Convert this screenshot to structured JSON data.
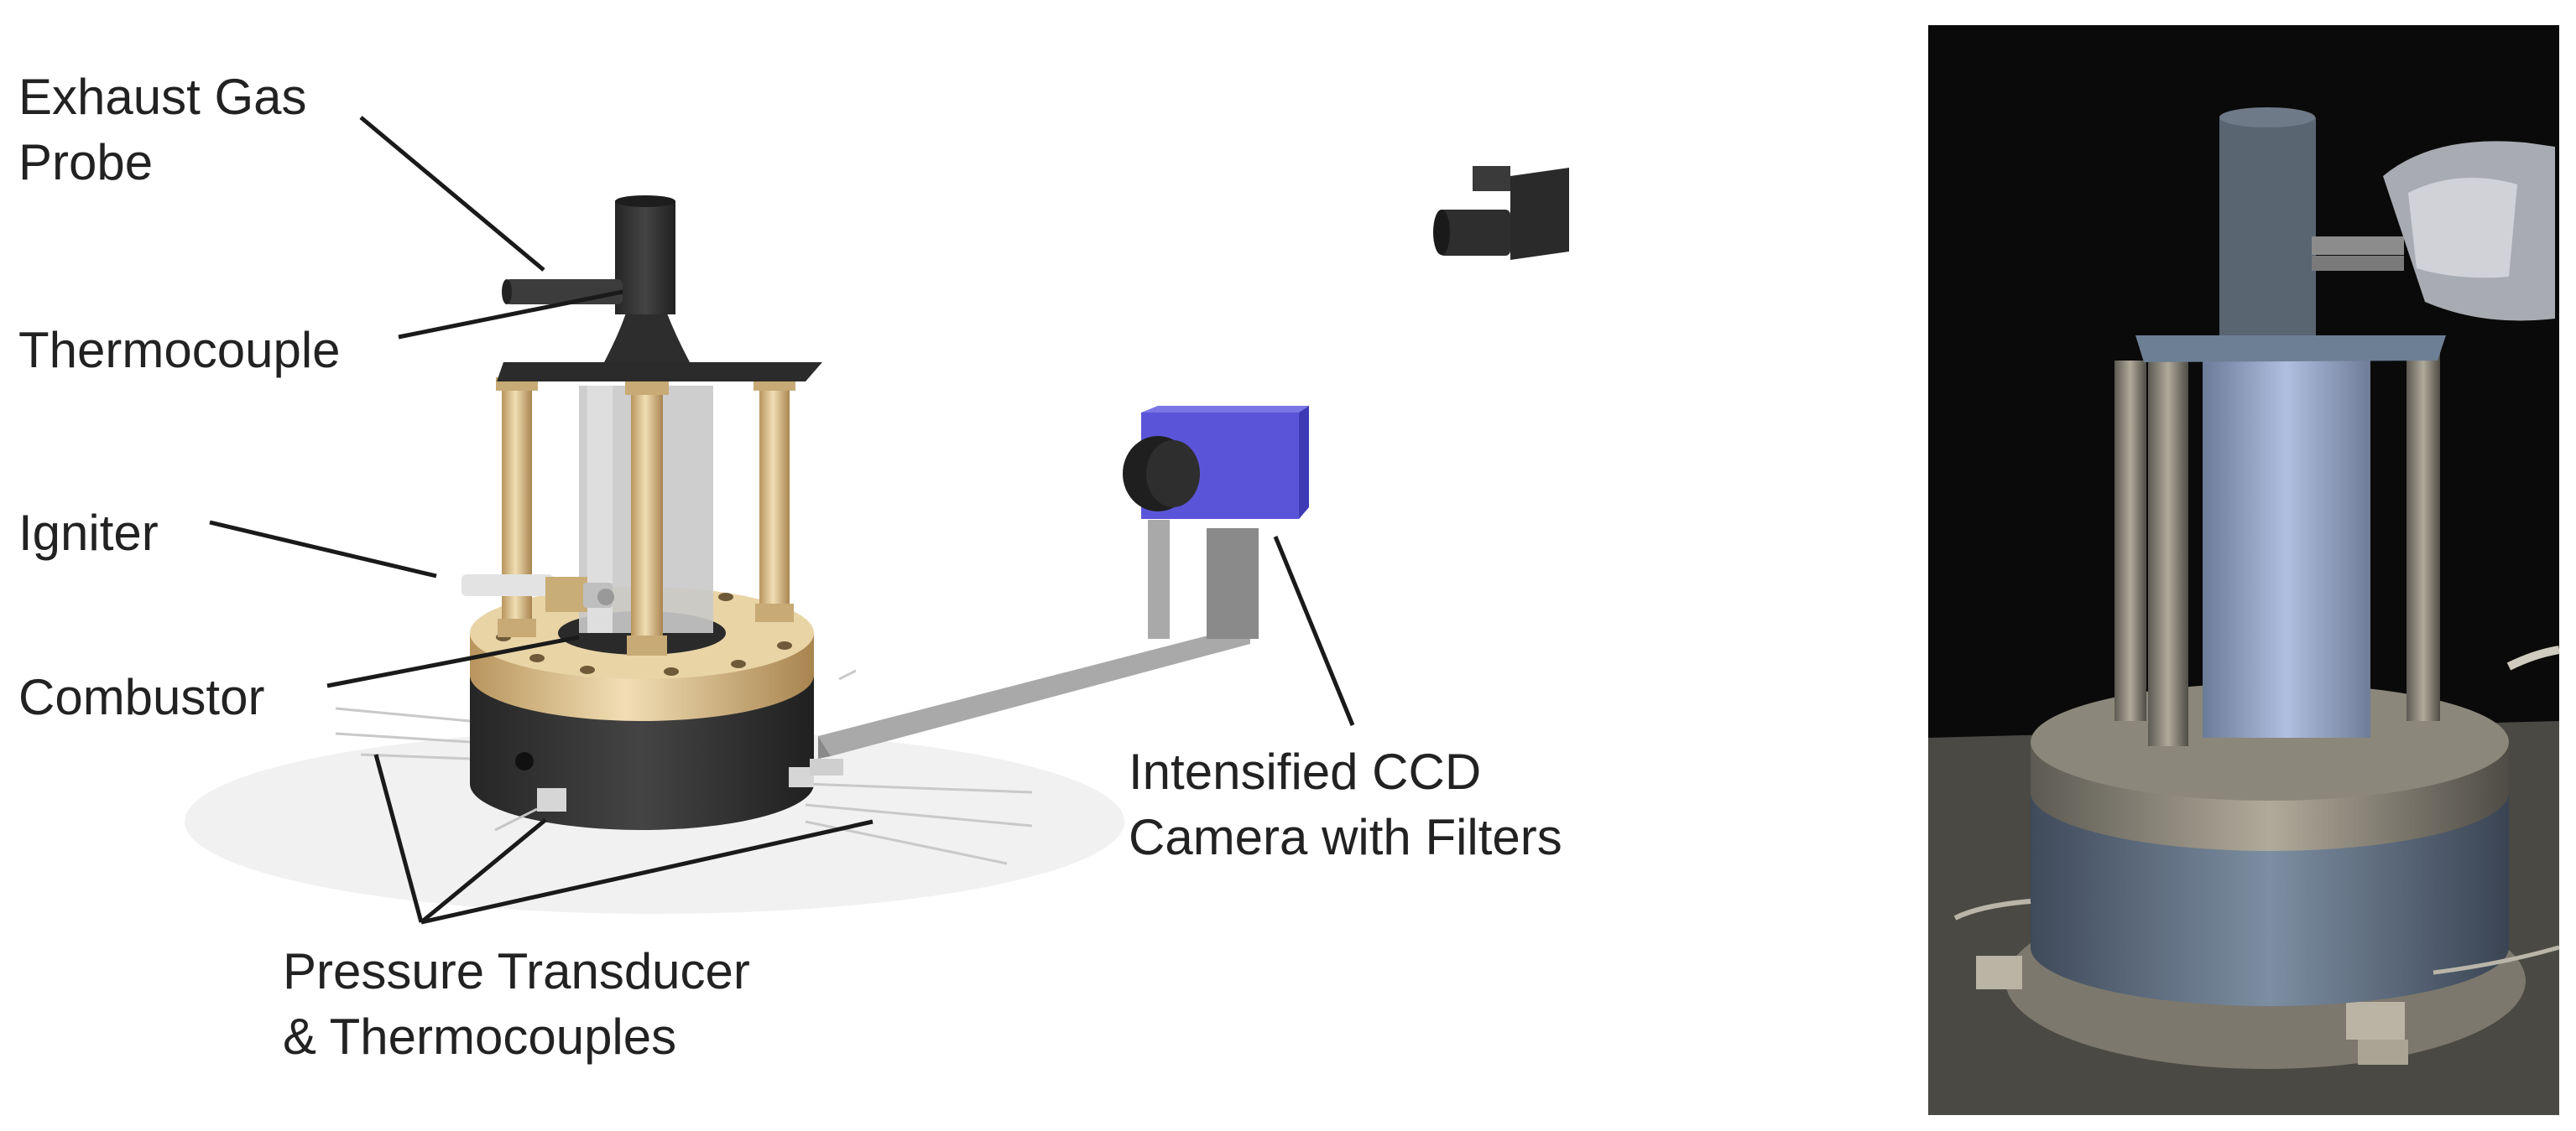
{
  "labels": {
    "exhaust_probe": [
      "Exhaust Gas",
      "Probe"
    ],
    "thermocouple": "Thermocouple",
    "igniter": "Igniter",
    "combustor": "Combustor",
    "camera": [
      "Intensified CCD",
      "Camera with Filters"
    ],
    "pressure": [
      "Pressure Transducer",
      "& Thermocouples"
    ]
  },
  "colors": {
    "brass": "#d8bd8a",
    "dark_metal": "#3a3a3a",
    "camera_blue": "#5a55d8",
    "quartz": "#c9c9c9",
    "photo_background": "#0a0a0a",
    "leader_line": "#1a1a1a"
  }
}
